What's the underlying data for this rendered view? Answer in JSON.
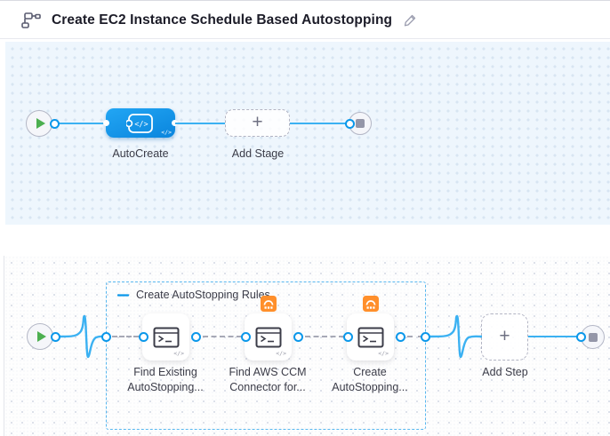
{
  "header": {
    "title": "Create EC2 Instance Schedule Based Autostopping"
  },
  "glyphs": {
    "plus": "+",
    "code": "</>"
  },
  "stage_canvas": {
    "stage": {
      "name": "AutoCreate"
    },
    "add_stage_label": "Add Stage"
  },
  "execution_canvas": {
    "group_label": "Create AutoStopping Rules",
    "steps": [
      {
        "line1": "Find Existing",
        "line2": "AutoStopping..."
      },
      {
        "line1": "Find AWS CCM",
        "line2": "Connector for..."
      },
      {
        "line1": "Create",
        "line2": "AutoStopping..."
      }
    ],
    "add_step_label": "Add Step"
  },
  "icons": {
    "header": "pipeline-graph-icon",
    "edit": "edit-pencil-icon",
    "stage": "custom-stage-code-icon",
    "step": "shell-script-terminal-icon",
    "badge": "ccm-autostopping-icon",
    "start": "play-icon",
    "end": "stop-icon"
  },
  "colors": {
    "accent_blue": "#0a97ea",
    "line_blue": "#3bb1f2",
    "stage_node_blue": "#0a85dd",
    "badge_orange": "#ff8f2b",
    "play_green": "#4caf50",
    "canvas1_bg": "#eef6fd",
    "text_dark": "#3b3c48"
  }
}
